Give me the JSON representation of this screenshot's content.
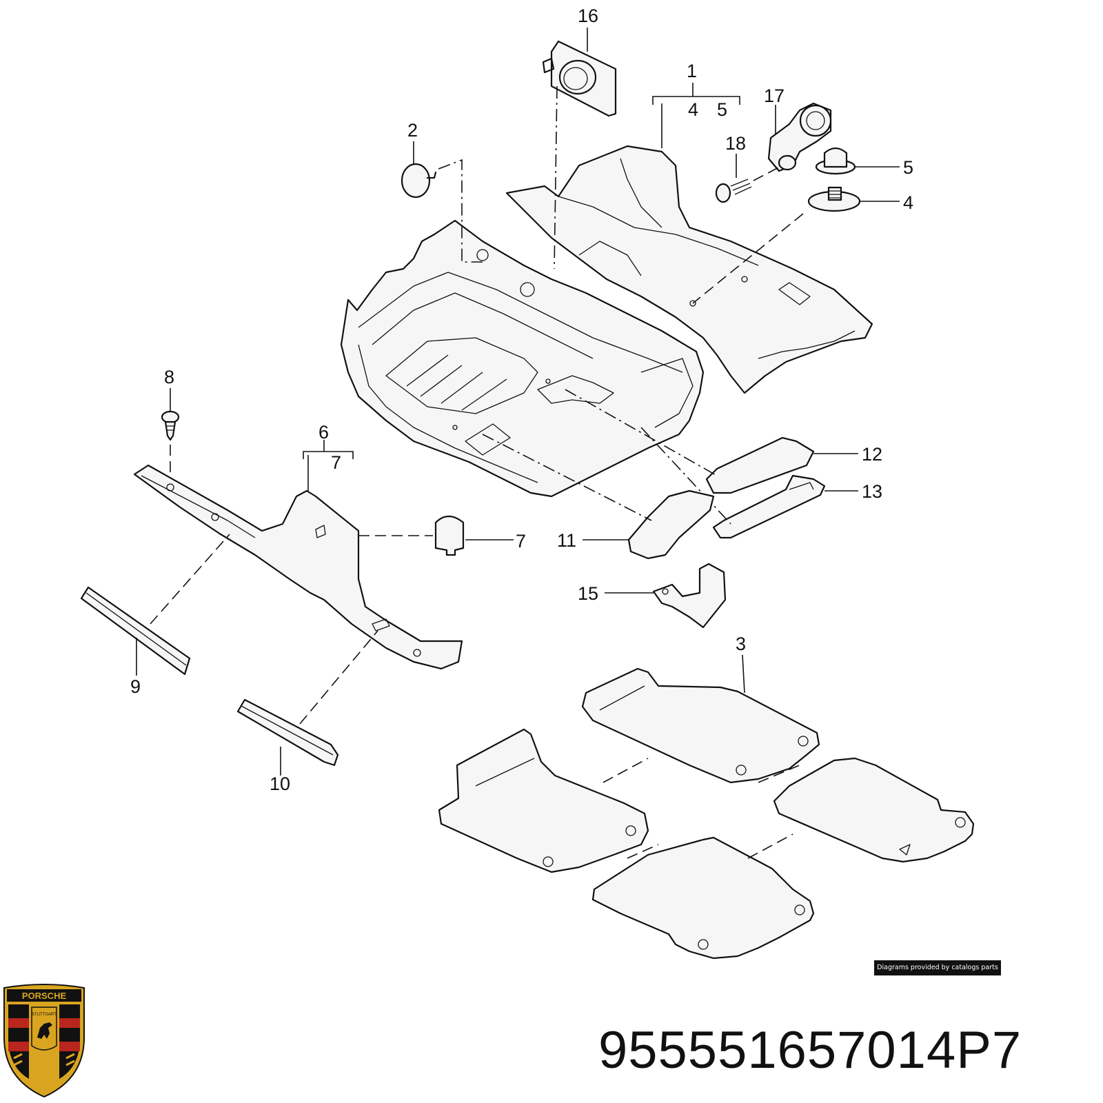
{
  "callouts": {
    "c1": "1",
    "c1_sub4": "4",
    "c1_sub5": "5",
    "c2": "2",
    "c3": "3",
    "c4": "4",
    "c5": "5",
    "c6": "6",
    "c6_sub7": "7",
    "c7": "7",
    "c8": "8",
    "c9": "9",
    "c10": "10",
    "c11": "11",
    "c12": "12",
    "c13": "13",
    "c15": "15",
    "c16": "16",
    "c17": "17",
    "c18": "18"
  },
  "credit": "Diagrams provided by catalogs parts",
  "part_number": "955551657014P7",
  "logo": {
    "icon": "porsche-crest-icon",
    "brand_text": "PORSCHE",
    "city_text": "STUTTGART",
    "colors": {
      "gold": "#d9a521",
      "red": "#b8261d",
      "black": "#111111"
    }
  }
}
